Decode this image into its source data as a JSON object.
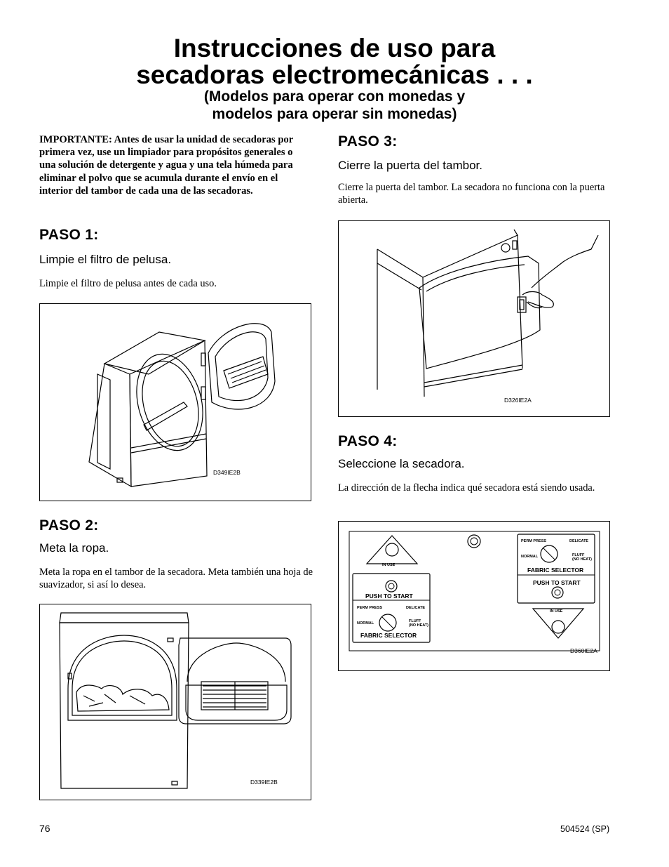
{
  "title": {
    "line1": "Instrucciones de uso para",
    "line2": "secadoras electromecánicas . . .",
    "subtitle_line1": "(Modelos para operar con monedas y",
    "subtitle_line2": "modelos para operar sin monedas)"
  },
  "intro": "IMPORTANTE: Antes de usar la unidad de secadoras por primera vez, use un limpiador para propósitos generales o una solución de detergente y agua y una tela húmeda para eliminar el polvo que se acumula durante el envío en el interior del tambor de cada una de las secadoras.",
  "steps": [
    {
      "heading": "PASO 1:",
      "subheading": "Limpie el filtro de pelusa.",
      "text": "Limpie el filtro de pelusa antes de cada uso.",
      "figure_code": "D349IE2B"
    },
    {
      "heading": "PASO 2:",
      "subheading": "Meta la ropa.",
      "text": "Meta la ropa en el tambor de la secadora. Meta también una hoja de suavizador, si así lo desea.",
      "figure_code": "D339IE2B"
    },
    {
      "heading": "PASO 3:",
      "subheading": "Cierre la puerta del tambor.",
      "text": "Cierre la puerta del tambor. La secadora no funciona con la puerta abierta.",
      "figure_code": "D326IE2A"
    },
    {
      "heading": "PASO 4:",
      "subheading": "Seleccione la secadora.",
      "text": "La dirección de la flecha indica qué secadora está siendo usada.",
      "figure_code": "D360IE2A"
    }
  ],
  "panel": {
    "in_use": "IN USE",
    "push_to_start": "PUSH TO START",
    "fabric_selector": "FABRIC SELECTOR",
    "perm_press": "PERM PRESS",
    "delicate": "DELICATE",
    "normal": "NORMAL",
    "fluff_line1": "FLUFF",
    "fluff_line2": "(NO HEAT)"
  },
  "footer": {
    "page_number": "76",
    "doc_code": "504524 (SP)"
  }
}
